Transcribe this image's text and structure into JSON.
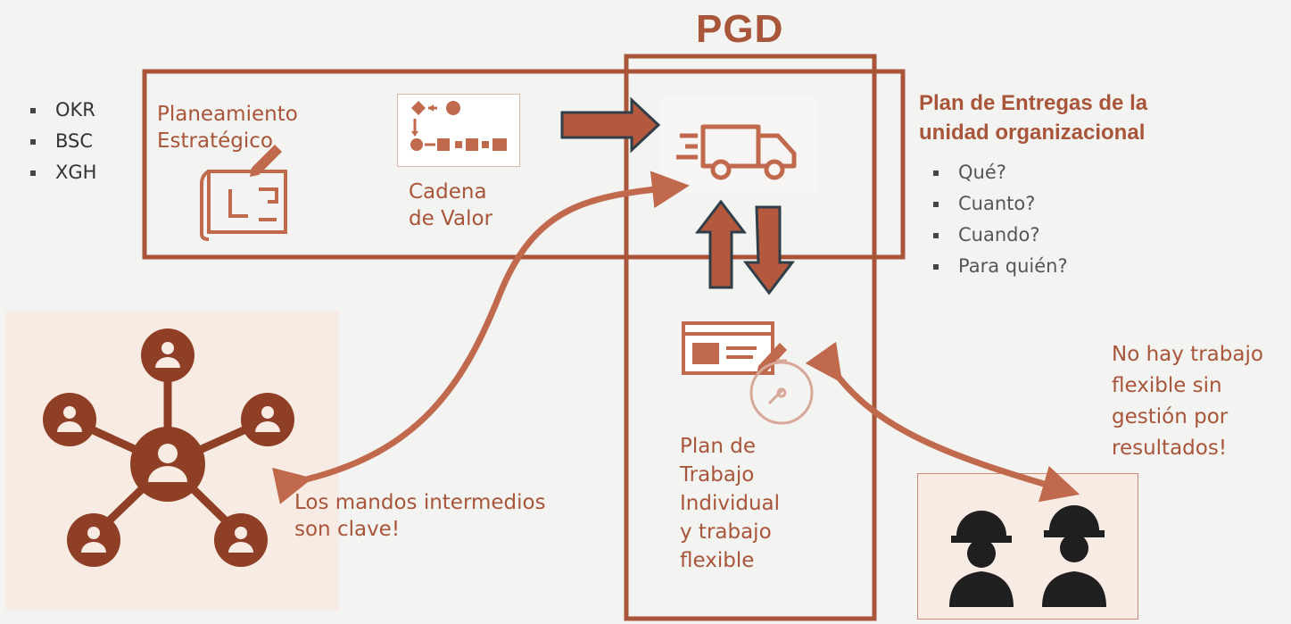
{
  "title": "PGD",
  "frameworks": [
    "OKR",
    "BSC",
    "XGH"
  ],
  "planeamiento": {
    "line1": "Planeamiento",
    "line2": "Estratégico"
  },
  "cadena": {
    "line1": "Cadena",
    "line2": "de Valor"
  },
  "plan_entregas": {
    "title_line1": "Plan de Entregas de la",
    "title_line2": "unidad organizacional",
    "questions": [
      "Qué?",
      "Cuanto?",
      "Cuando?",
      "Para quién?"
    ]
  },
  "mandos_note": {
    "line1": "Los mandos intermedios",
    "line2": "son clave!"
  },
  "plan_trabajo": {
    "lines": [
      "Plan de",
      "Trabajo",
      "Individual",
      "y trabajo",
      "flexible"
    ]
  },
  "flexible_note": {
    "lines": [
      "No hay trabajo",
      "flexible sin",
      "gestión por",
      "resultados!"
    ]
  },
  "colors": {
    "accent": "#a8553a",
    "arrow": "#c0694d",
    "arrow_outline": "#3a4a55",
    "text": "#333333"
  },
  "icons": [
    "blueprint-icon",
    "value-chain-icon",
    "delivery-truck-icon",
    "work-plan-icon",
    "stopwatch-icon",
    "org-network-icon",
    "workers-icon"
  ]
}
